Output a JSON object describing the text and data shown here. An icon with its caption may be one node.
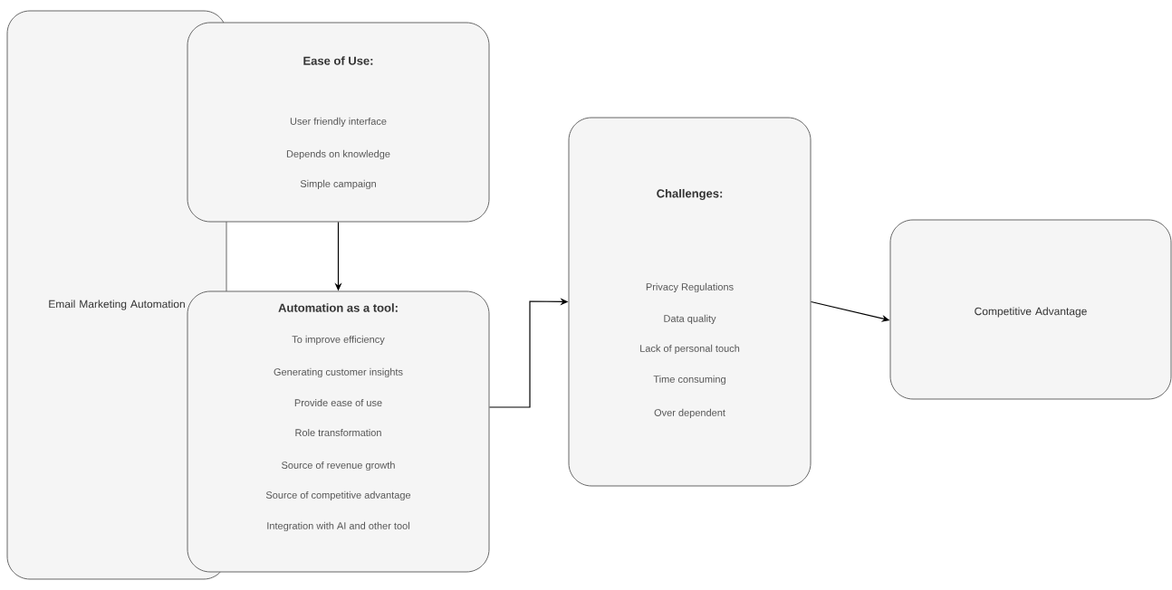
{
  "diagram": {
    "nodes": [
      {
        "text": [
          "Email Marketing Automation"
        ]
      },
      {
        "text": [
          "Ease of Use:",
          "User friendly interface",
          "Depends on knowledge",
          "Simple campaign"
        ]
      },
      {
        "text": [
          "Automation as a tool:",
          "To improve efficiency",
          "Generating customer insights",
          "Provide ease of use",
          "Role transformation",
          "Source of revenue growth",
          "Source of competitive advantage",
          "Integration with AI and other tool"
        ]
      },
      {
        "text": [
          "Challenges:",
          "Privacy Regulations",
          "Data quality",
          "Lack of personal touch",
          "Time consuming",
          "Over dependent"
        ]
      },
      {
        "text": [
          "Competitive Advantage"
        ]
      }
    ],
    "edges": [
      {
        "from": 1,
        "to": 2,
        "arrow": "to"
      },
      {
        "from": 2,
        "to": 3,
        "arrow": "to"
      },
      {
        "from": 3,
        "to": 4,
        "arrow": "to"
      }
    ]
  }
}
